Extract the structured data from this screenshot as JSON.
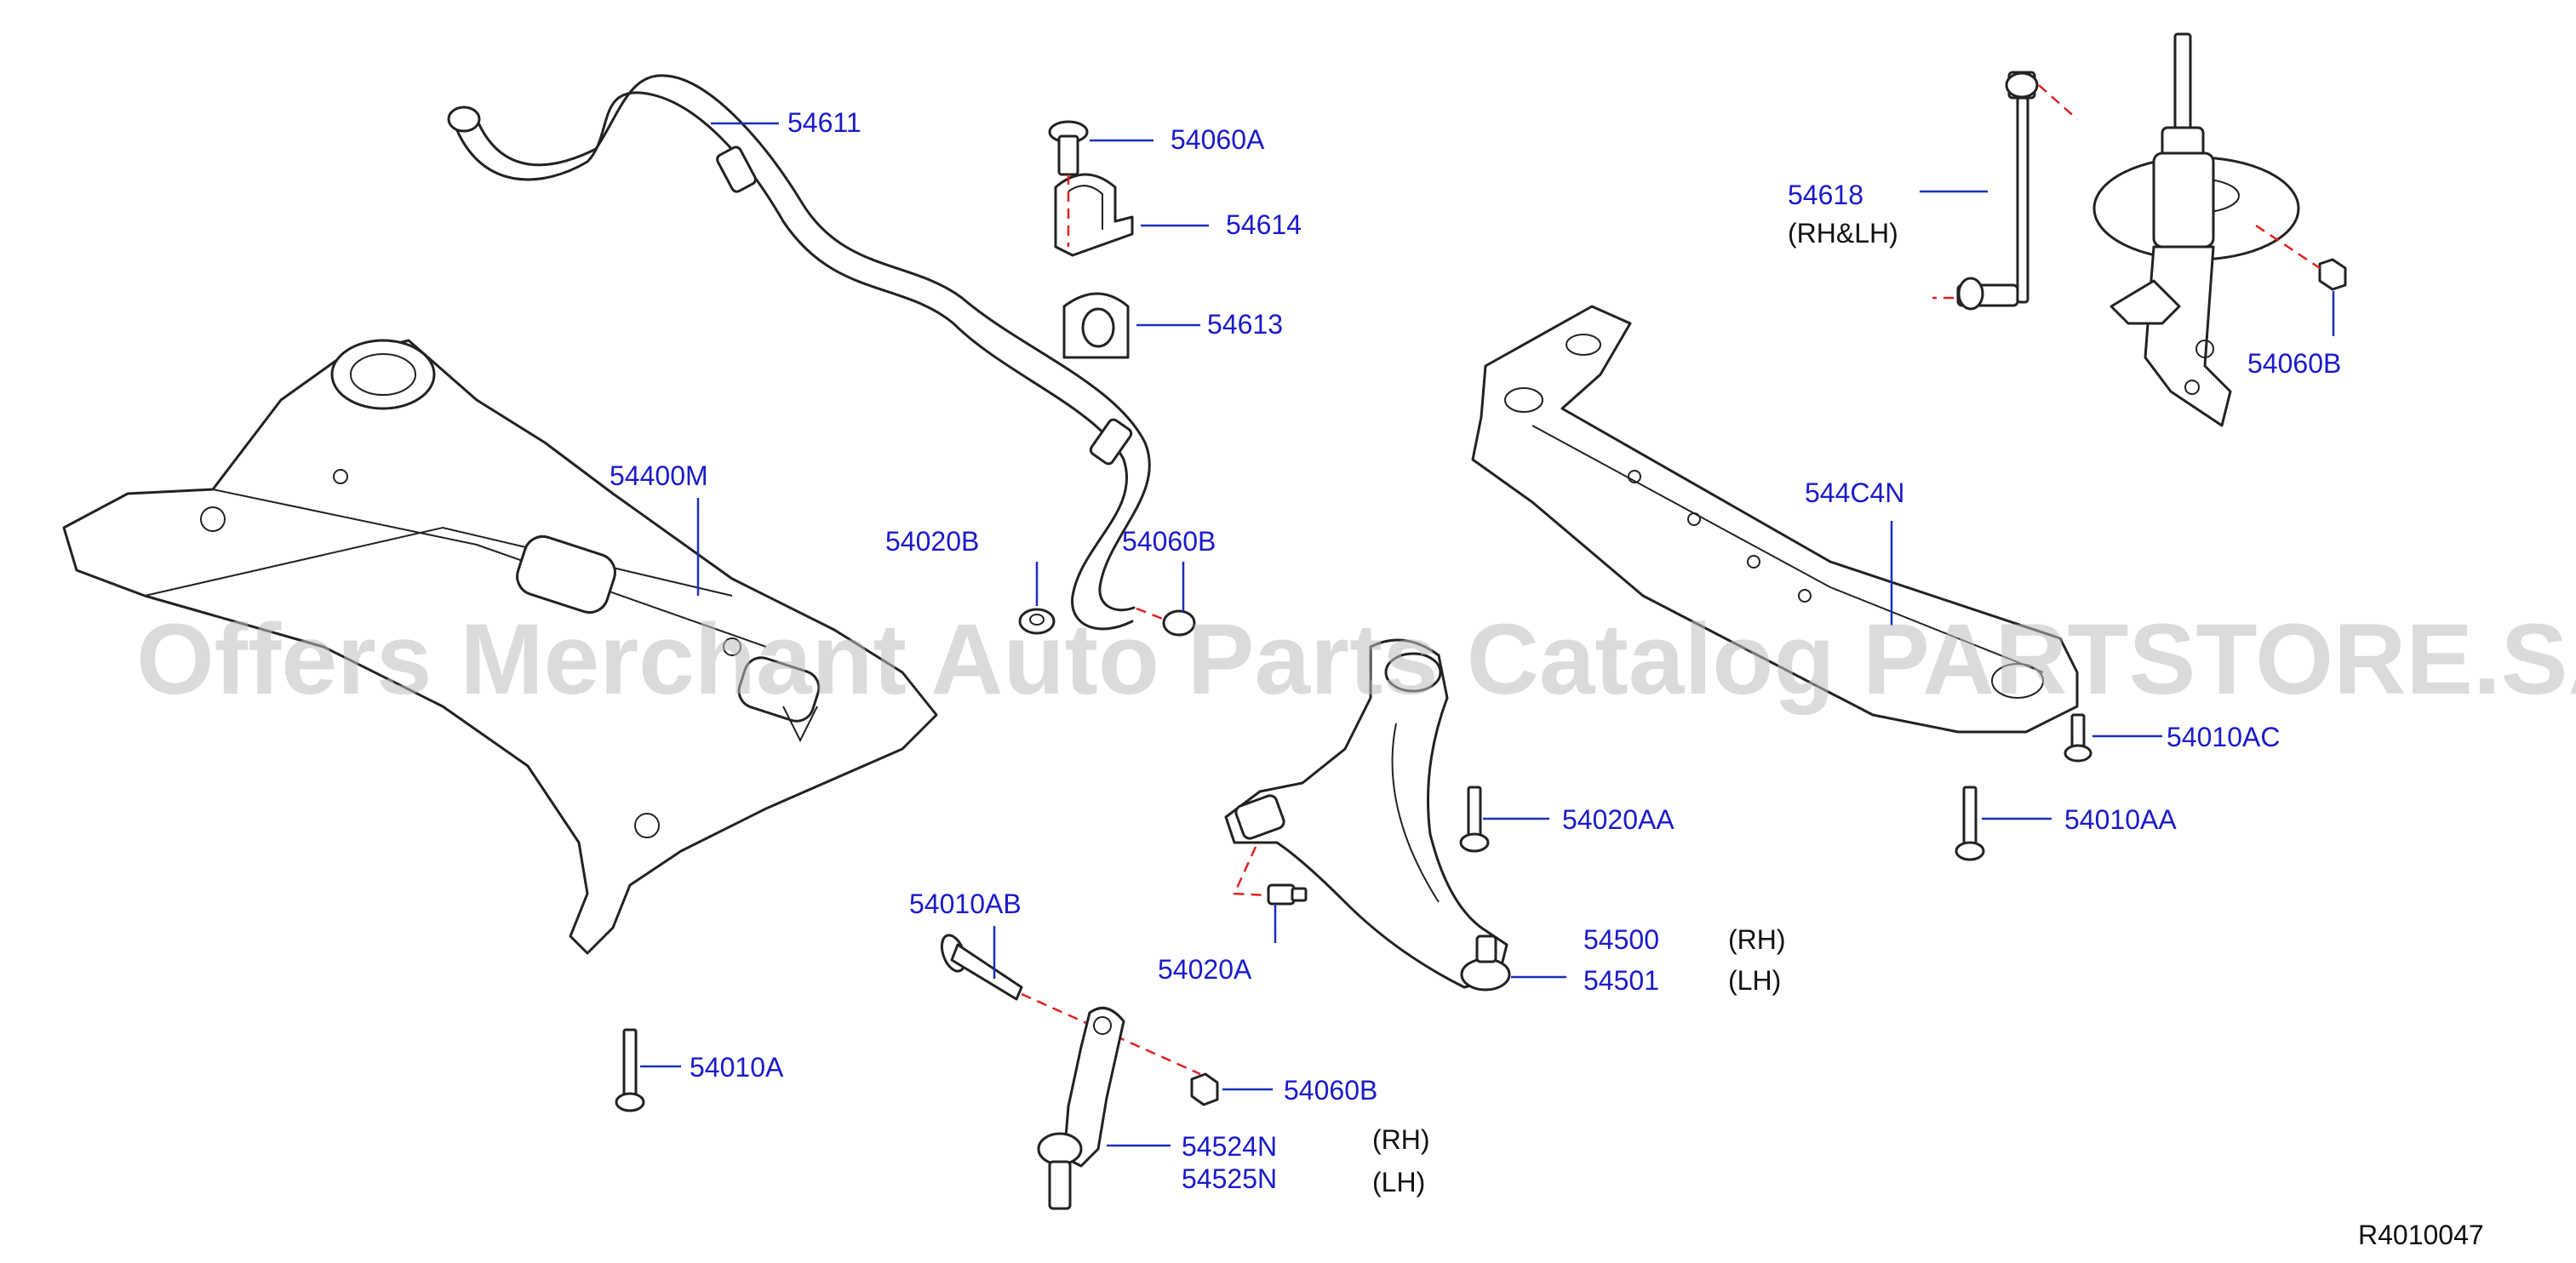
{
  "watermark": "Offers Merchant Auto Parts Catalog PARTSTORE.SA",
  "reference_code": "R4010047",
  "callouts": {
    "p54611": "54611",
    "p54060A": "54060A",
    "p54614": "54614",
    "p54613": "54613",
    "p54400M": "54400M",
    "p54020B": "54020B",
    "p54060B_upper": "54060B",
    "p54618": "54618",
    "p54618_side": "(RH&LH)",
    "p54060B_strut": "54060B",
    "p544C4N": "544C4N",
    "p54010AC": "54010AC",
    "p54010AA": "54010AA",
    "p54020AA": "54020AA",
    "p54500": "54500",
    "p54500_side": "(RH)",
    "p54501": "54501",
    "p54501_side": "(LH)",
    "p54020A": "54020A",
    "p54010AB": "54010AB",
    "p54010A": "54010A",
    "p54060B_lower": "54060B",
    "p54524N": "54524N",
    "p54524N_side": "(RH)",
    "p54525N": "54525N",
    "p54525N_side": "(LH)"
  },
  "colors": {
    "callout_text": "#1a1acc",
    "leader_line": "#1a2fbf",
    "alignment_dash": "#e02020",
    "part_outline": "#222222",
    "watermark": "#bdbdbd"
  }
}
